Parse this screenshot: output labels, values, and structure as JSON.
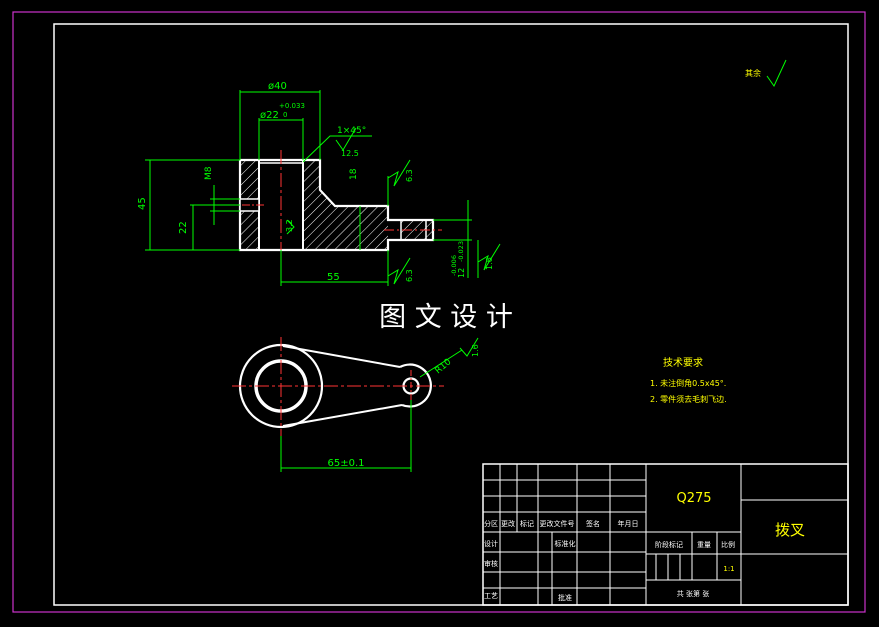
{
  "watermark": "图 文 设 计",
  "roughness_other": "其余",
  "dimensions": {
    "d40": "ø40",
    "d22": "ø22",
    "d22_upper": "+0.033",
    "d22_lower": "0",
    "chamfer": "1×45°",
    "ra_chamfer": "12.5",
    "h45": "45",
    "m8": "M8",
    "h22": "22",
    "h18": "18",
    "ra_bore": "3.2",
    "ra_top": "6.3",
    "ra_bottom": "6.3",
    "l55": "55",
    "shaft_dia": "12",
    "shaft_tol_upper": "-0.006",
    "shaft_tol_lower": "-0.023",
    "ra_shaft": "1.6",
    "r10": "R10",
    "ra_r10": "1.6",
    "center_dist": "65±0.1"
  },
  "tech_requirements": {
    "title": "技术要求",
    "items": [
      "1. 未注倒角0.5x45°.",
      "2. 零件须去毛刺飞边."
    ]
  },
  "title_block": {
    "material": "Q275",
    "part_name": "拨叉",
    "rev_labels": [
      "分区",
      "更改",
      "标记",
      "更改文件号",
      "签名",
      "年月日"
    ],
    "row_design": "设计",
    "row_standard": "标准化",
    "row_check": "审核",
    "row_process": "工艺",
    "row_approve": "批准",
    "stage_label": "阶段标记",
    "weight_label": "重量",
    "scale_label": "比例",
    "scale_value": "1:1",
    "sheet_text": "共 张第 张"
  }
}
